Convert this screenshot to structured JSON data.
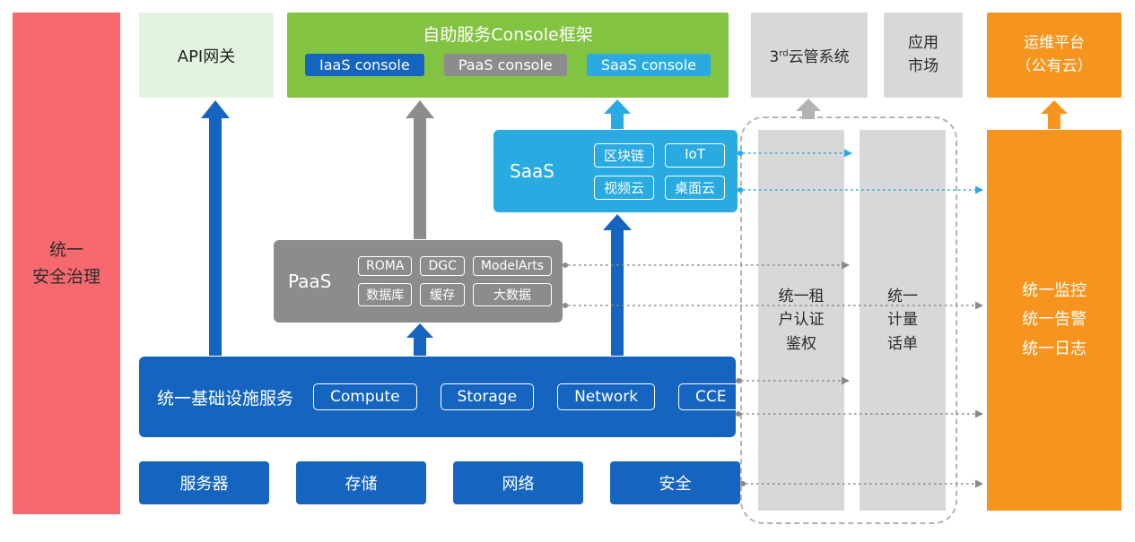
{
  "colors": {
    "red": "#f5696f",
    "green": "#82c341",
    "light_green": "#e4f2e0",
    "blue": "#1565c0",
    "gray": "#8c8c8c",
    "light_gray": "#d8d8d8",
    "cyan": "#29abe2",
    "orange": "#f7941e"
  },
  "security_bar": {
    "label": "统一\n安全治理"
  },
  "api_gateway": {
    "label": "API网关"
  },
  "console": {
    "title": "自助服务Console框架",
    "pills": [
      {
        "label": "IaaS console"
      },
      {
        "label": "PaaS console"
      },
      {
        "label": "SaaS console"
      }
    ]
  },
  "third_cloud": {
    "prefix": "3",
    "sup": "rd",
    "suffix": "云管系统"
  },
  "app_market": {
    "label": "应用\n市场"
  },
  "om_platform": {
    "label": "运维平台\n（公有云）"
  },
  "saas": {
    "label": "SaaS",
    "pills": [
      "区块链",
      "IoT",
      "视频云",
      "桌面云"
    ]
  },
  "paas": {
    "label": "PaaS",
    "pills": [
      "ROMA",
      "DGC",
      "ModelArts",
      "数据库",
      "缓存",
      "大数据"
    ]
  },
  "infra": {
    "label": "统一基础设施服务",
    "pills": [
      "Compute",
      "Storage",
      "Network",
      "CCE"
    ]
  },
  "services": [
    "服务器",
    "存储",
    "网络",
    "安全"
  ],
  "right_panel": {
    "auth": "统一租\n户认证\n鉴权",
    "metering": "统一\n计量\n话单",
    "monitoring": "统一监控\n统一告警\n统一日志"
  }
}
